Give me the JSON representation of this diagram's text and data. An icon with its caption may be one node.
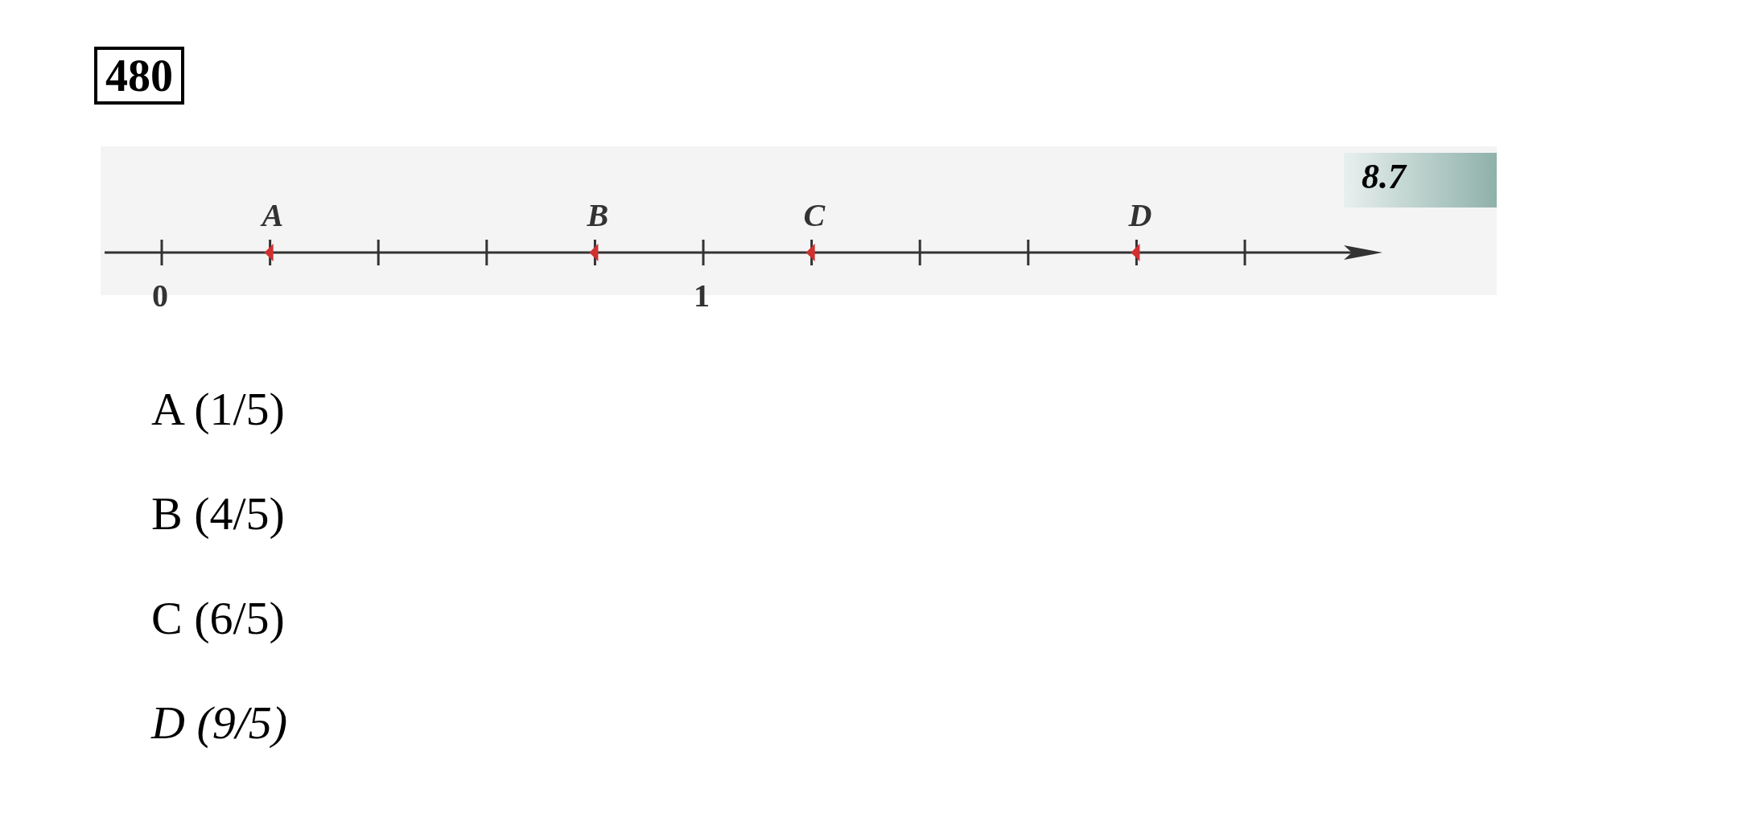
{
  "diagram": {
    "title": "480",
    "labels": [
      "8.7",
      "A",
      "B",
      "C",
      "D",
      "0",
      "1",
      "A (1/5)",
      "B (4/5)",
      "C (6/5)",
      "D (9/5)"
    ]
  }
}
